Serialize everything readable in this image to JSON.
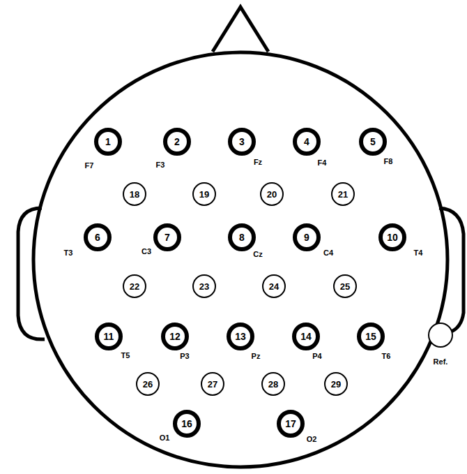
{
  "diagram": {
    "nodes": [
      {
        "text": [
          "1",
          "F7"
        ]
      },
      {
        "text": [
          "2",
          "F3"
        ]
      },
      {
        "text": [
          "3",
          "Fz"
        ]
      },
      {
        "text": [
          "4",
          "F4"
        ]
      },
      {
        "text": [
          "5",
          "F8"
        ]
      },
      {
        "text": [
          "18"
        ]
      },
      {
        "text": [
          "19"
        ]
      },
      {
        "text": [
          "20"
        ]
      },
      {
        "text": [
          "21"
        ]
      },
      {
        "text": [
          "6",
          "T3"
        ]
      },
      {
        "text": [
          "7",
          "C3"
        ]
      },
      {
        "text": [
          "8",
          "Cz"
        ]
      },
      {
        "text": [
          "9",
          "C4"
        ]
      },
      {
        "text": [
          "10",
          "T4"
        ]
      },
      {
        "text": [
          "22"
        ]
      },
      {
        "text": [
          "23"
        ]
      },
      {
        "text": [
          "24"
        ]
      },
      {
        "text": [
          "25"
        ]
      },
      {
        "text": [
          "11",
          "T5"
        ]
      },
      {
        "text": [
          "12",
          "P3"
        ]
      },
      {
        "text": [
          "13",
          "Pz"
        ]
      },
      {
        "text": [
          "14",
          "P4"
        ]
      },
      {
        "text": [
          "15",
          "T6"
        ]
      },
      {
        "text": [
          "26"
        ]
      },
      {
        "text": [
          "27"
        ]
      },
      {
        "text": [
          "28"
        ]
      },
      {
        "text": [
          "29"
        ]
      },
      {
        "text": [
          "16",
          "O1"
        ]
      },
      {
        "text": [
          "17",
          "O2"
        ]
      },
      {
        "text": [
          "Ref."
        ]
      }
    ]
  }
}
